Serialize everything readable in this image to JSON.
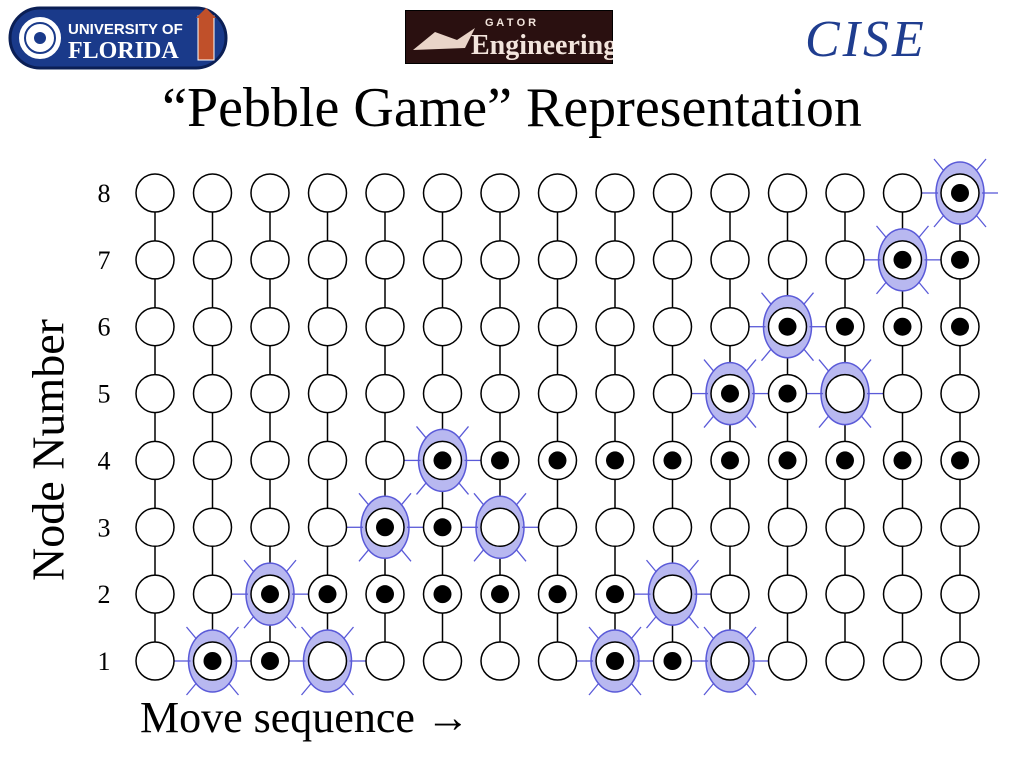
{
  "header": {
    "uf_logo": {
      "line1": "UNIVERSITY OF",
      "line2": "FLORIDA",
      "name": "university-of-florida-logo"
    },
    "engineering_logo": {
      "small": "G A T O R",
      "main": "Engineering"
    },
    "cise_logo": "CISE"
  },
  "title": "“Pebble Game” Representation",
  "y_axis_label": "Node Number",
  "x_axis_label": "Move sequence →",
  "colors": {
    "highlight_fill": "#b8b8f0",
    "highlight_stroke": "#5a5ad8",
    "node_stroke": "#000000",
    "pebble": "#000000"
  },
  "chart_data": {
    "type": "grid",
    "node_labels": [
      "1",
      "2",
      "3",
      "4",
      "5",
      "6",
      "7",
      "8"
    ],
    "columns": 15,
    "pebbled": {
      "1": [
        2,
        3,
        9,
        10
      ],
      "2": [
        3,
        4,
        5,
        6,
        7,
        8,
        9
      ],
      "3": [
        5,
        6
      ],
      "4": [
        6,
        7,
        8,
        9,
        10,
        11,
        12,
        13,
        14,
        15
      ],
      "5": [
        11,
        12
      ],
      "6": [
        12,
        13,
        14,
        15
      ],
      "7": [
        14,
        15
      ],
      "8": [
        15
      ]
    },
    "highlighted": [
      [
        1,
        2
      ],
      [
        1,
        4
      ],
      [
        1,
        9
      ],
      [
        1,
        11
      ],
      [
        2,
        3
      ],
      [
        2,
        10
      ],
      [
        3,
        5
      ],
      [
        3,
        7
      ],
      [
        4,
        6
      ],
      [
        5,
        11
      ],
      [
        5,
        13
      ],
      [
        6,
        12
      ],
      [
        7,
        14
      ],
      [
        8,
        15
      ]
    ]
  }
}
